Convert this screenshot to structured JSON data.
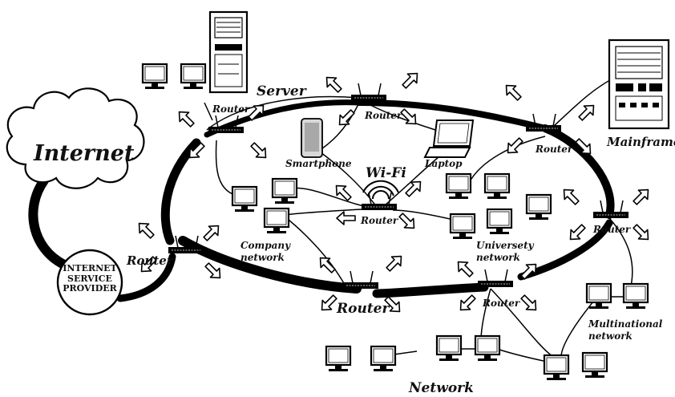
{
  "labels": {
    "internet": "Internet",
    "isp_line1": "INTERNET",
    "isp_line2": "SERVICE",
    "isp_line3": "PROVIDER",
    "server": "Server",
    "mainframe": "Mainframe",
    "smartphone": "Smartphone",
    "laptop": "Laptop",
    "wifi": "Wi-Fi",
    "company_network_1": "Company",
    "company_network_2": "network",
    "university_network_1": "Universety",
    "university_network_2": "network",
    "multinational_network_1": "Multinational",
    "multinational_network_2": "network",
    "network": "Network",
    "router": "Router"
  }
}
